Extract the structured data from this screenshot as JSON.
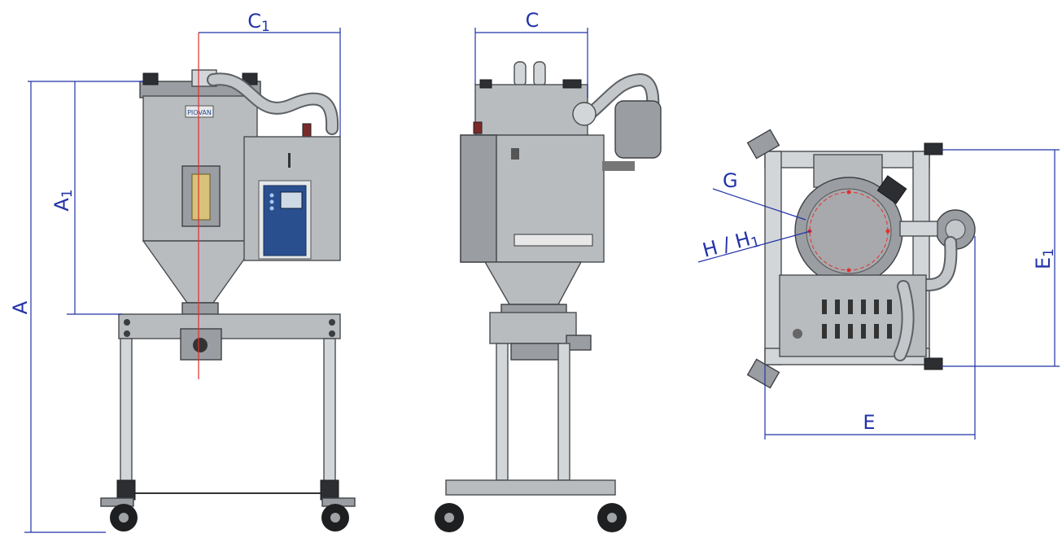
{
  "dimension_labels": {
    "A": "A",
    "A1_main": "A",
    "A1_sub": "1",
    "C": "C",
    "C1_main": "C",
    "C1_sub": "1",
    "E": "E",
    "E1_main": "E",
    "E1_sub": "1",
    "G": "G",
    "H_H1_main": "H / H",
    "H_H1_sub": "1"
  },
  "brand_label": "PIOVAN",
  "colors": {
    "dimension": "#2233a8",
    "axis_line": "#e03030",
    "steel": "#b9bcbf",
    "sight_glass": "#d8c27a",
    "panel": "#2a4f8f"
  }
}
